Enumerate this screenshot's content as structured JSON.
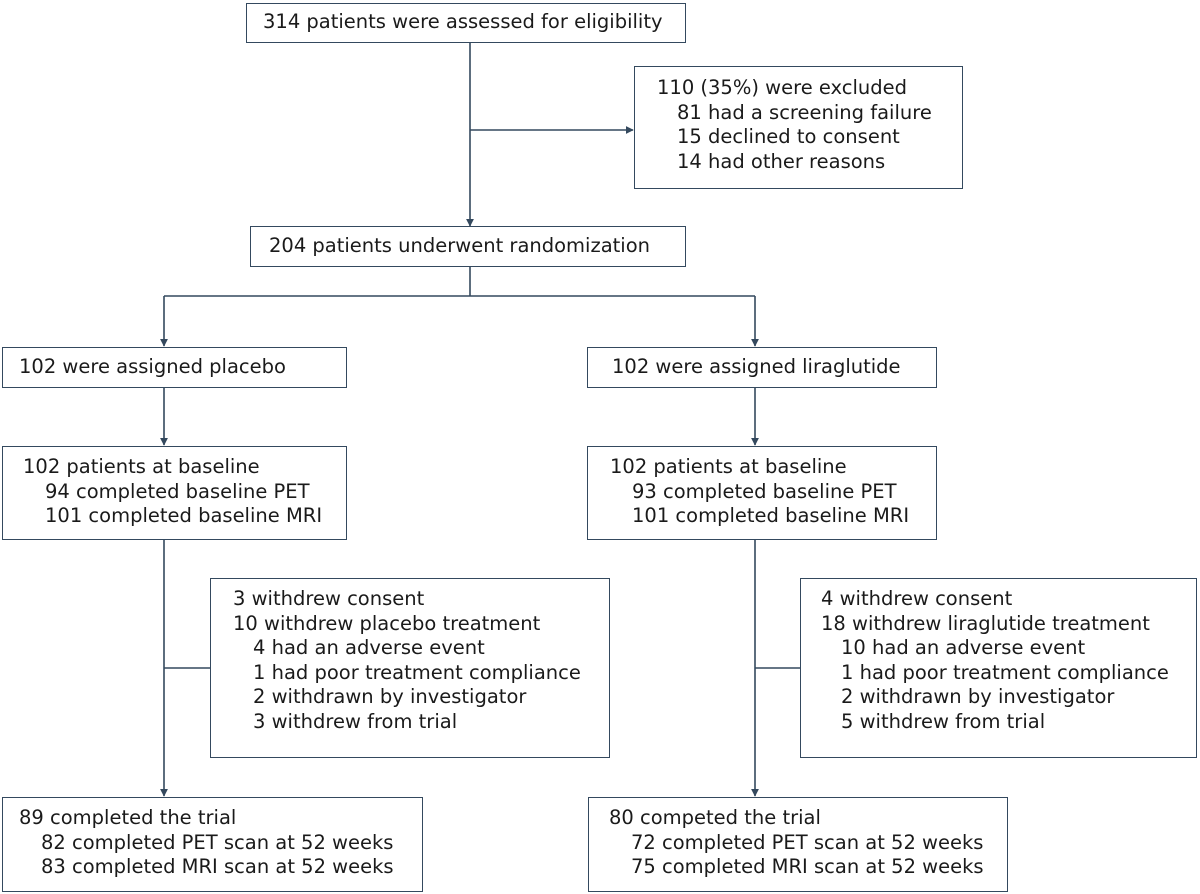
{
  "colors": {
    "line": "#34495e",
    "text": "#1a1a1a",
    "background": "#ffffff"
  },
  "assessed": {
    "text": "314 patients were assessed for eligibility"
  },
  "excluded": {
    "title": "110 (35%) were excluded",
    "reasons": [
      "81 had a screening failure",
      "15 declined to consent",
      "14 had other reasons"
    ]
  },
  "randomized": {
    "text": "204 patients underwent randomization"
  },
  "placebo": {
    "assigned": "102 were assigned placebo",
    "baseline": {
      "title": "102 patients at baseline",
      "items": [
        "94 completed baseline PET",
        "101 completed baseline MRI"
      ]
    },
    "withdrawals": {
      "consent": "3 withdrew consent",
      "treatment": "10 withdrew placebo treatment",
      "reasons": [
        "4 had an adverse event",
        "1 had poor treatment compliance",
        "2 withdrawn by investigator",
        "3 withdrew from trial"
      ]
    },
    "completed": {
      "title": "89 completed the trial",
      "items": [
        "82 completed PET scan at 52 weeks",
        "83 completed MRI scan at 52 weeks"
      ]
    }
  },
  "liraglutide": {
    "assigned": "102 were assigned liraglutide",
    "baseline": {
      "title": "102 patients at baseline",
      "items": [
        "93 completed baseline PET",
        "101 completed baseline MRI"
      ]
    },
    "withdrawals": {
      "consent": "4 withdrew consent",
      "treatment": "18 withdrew liraglutide treatment",
      "reasons": [
        "10 had an adverse event",
        "1 had poor treatment compliance",
        "2 withdrawn by investigator",
        "5 withdrew from trial"
      ]
    },
    "completed": {
      "title": "80 competed the trial",
      "items": [
        "72 completed PET scan at 52 weeks",
        "75 completed MRI scan at 52 weeks"
      ]
    }
  }
}
